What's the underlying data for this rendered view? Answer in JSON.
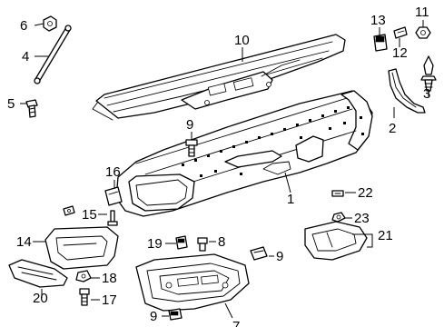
{
  "diagram": {
    "callouts": [
      {
        "id": "c1",
        "label": "1"
      },
      {
        "id": "c2",
        "label": "2"
      },
      {
        "id": "c3",
        "label": "3"
      },
      {
        "id": "c4",
        "label": "4"
      },
      {
        "id": "c5",
        "label": "5"
      },
      {
        "id": "c6",
        "label": "6"
      },
      {
        "id": "c7",
        "label": "7"
      },
      {
        "id": "c8",
        "label": "8"
      },
      {
        "id": "c9a",
        "label": "9"
      },
      {
        "id": "c9b",
        "label": "9"
      },
      {
        "id": "c9c",
        "label": "9"
      },
      {
        "id": "c10",
        "label": "10"
      },
      {
        "id": "c11",
        "label": "11"
      },
      {
        "id": "c12",
        "label": "12"
      },
      {
        "id": "c13",
        "label": "13"
      },
      {
        "id": "c14",
        "label": "14"
      },
      {
        "id": "c15",
        "label": "15"
      },
      {
        "id": "c16",
        "label": "16"
      },
      {
        "id": "c17",
        "label": "17"
      },
      {
        "id": "c18",
        "label": "18"
      },
      {
        "id": "c19",
        "label": "19"
      },
      {
        "id": "c20",
        "label": "20"
      },
      {
        "id": "c21",
        "label": "21"
      },
      {
        "id": "c22",
        "label": "22"
      },
      {
        "id": "c23",
        "label": "23"
      }
    ]
  }
}
